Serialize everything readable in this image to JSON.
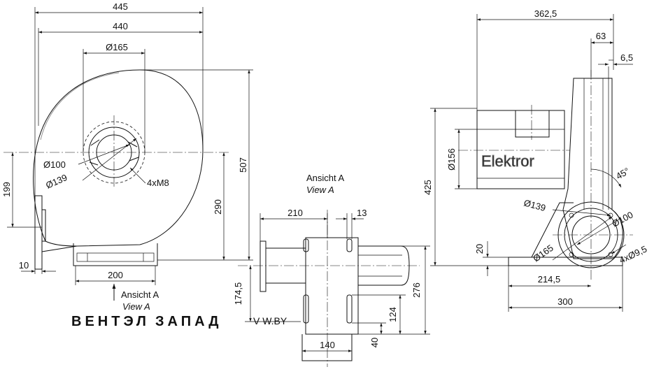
{
  "front_view": {
    "dims": {
      "overall_width": "445",
      "housing_width": "440",
      "inlet_dia": "Ø165",
      "height_total": "507",
      "shaft_height": "290",
      "left_height": "199",
      "foot_offset": "10",
      "foot_width": "200",
      "inner_dia": "Ø100",
      "pitch_dia": "Ø139",
      "bolts": "4xM8"
    },
    "view_arrow": {
      "title": "Ansicht A",
      "subtitle": "View A"
    }
  },
  "view_a": {
    "title": "Ansicht A",
    "subtitle": "View A",
    "dims": {
      "width": "210",
      "slot": "13",
      "offset": "174,5",
      "height": "276",
      "slot_len": "124",
      "base": "40",
      "foot": "140"
    }
  },
  "side_view": {
    "brand": "Elektror",
    "dims": {
      "overall": "362,5",
      "flange": "63",
      "thickness": "6,5",
      "motor_dia": "Ø156",
      "height": "425",
      "base": "20",
      "foot_offset": "214,5",
      "foot_width": "300",
      "angle": "45°",
      "pitch_dia": "Ø139",
      "inner_dia": "Ø100",
      "outer_dia": "Ø165",
      "holes": "4xØ9,5"
    }
  },
  "watermark": {
    "left": "ВЕНТЭЛ",
    "middle": "ЗАПАД",
    "right": "V W.BY"
  }
}
